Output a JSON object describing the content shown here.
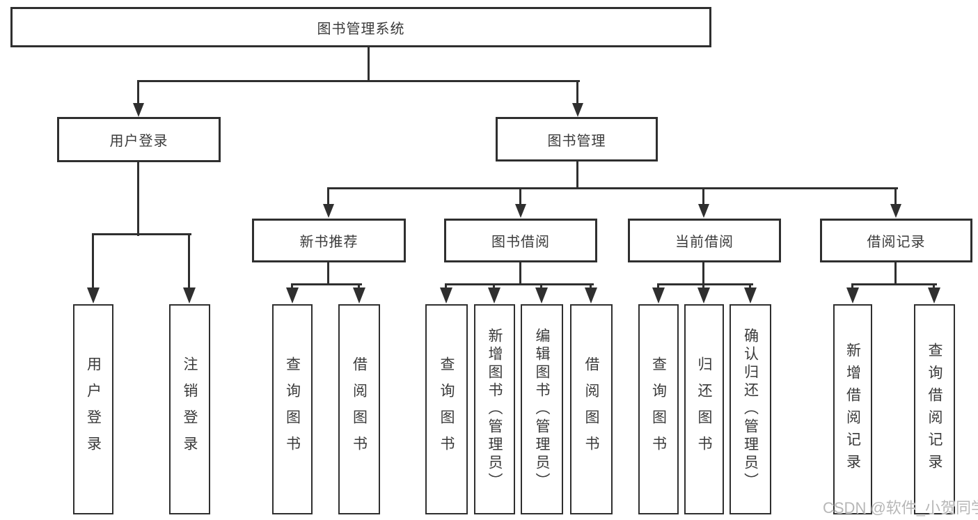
{
  "diagram": {
    "root": "图书管理系统",
    "level2": {
      "user_login": "用户登录",
      "book_mgmt": "图书管理"
    },
    "level3": {
      "new_books": "新书推荐",
      "borrowing": "图书借阅",
      "current": "当前借阅",
      "records": "借阅记录"
    },
    "leaves": {
      "login": "用户登录",
      "logout": "注销登录",
      "nb_query": "查询图书",
      "nb_borrow": "借阅图书",
      "bw_query": "查询图书",
      "bw_add": "新增图书（管理员）",
      "bw_edit": "编辑图书（管理员）",
      "bw_borrow": "借阅图书",
      "cur_query": "查询图书",
      "cur_return": "归还图书",
      "cur_confirm": "确认归还（管理员）",
      "rec_add": "新增借阅记录",
      "rec_query": "查询借阅记录"
    }
  },
  "watermark": "CSDN @软件_小贺同学",
  "colors": {
    "line": "#2f2f2f",
    "text": "#3a3a3a",
    "watermark": "#b7b7b7",
    "background": "#ffffff"
  }
}
